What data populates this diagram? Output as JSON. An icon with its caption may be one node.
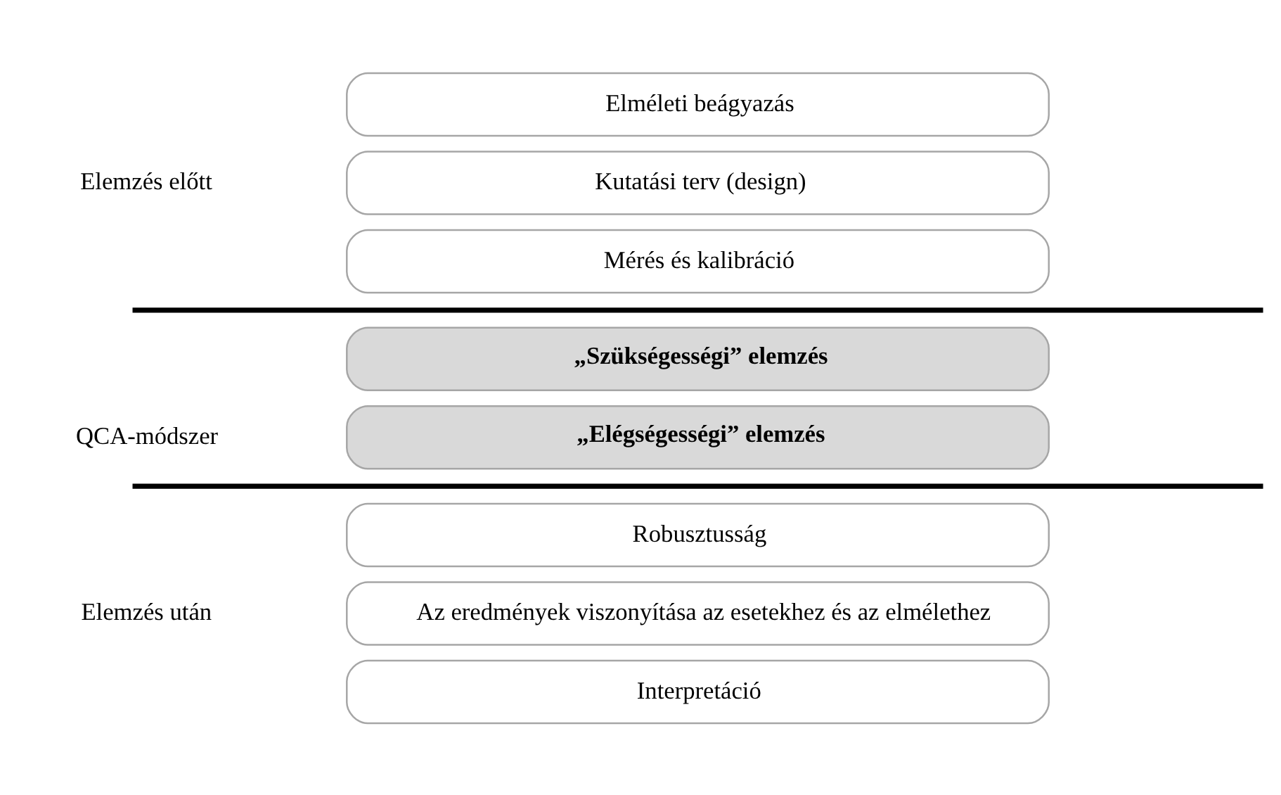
{
  "diagram": {
    "nodes": [
      {
        "text": [
          "Elméleti beágyazás"
        ]
      },
      {
        "text": [
          "Kutatási terv (design)"
        ]
      },
      {
        "text": [
          "Mérés és kalibráció"
        ]
      },
      {
        "text": [
          "„Szükségességi” elemzés"
        ]
      },
      {
        "text": [
          "„Elégségességi” elemzés"
        ]
      },
      {
        "text": [
          "Robusztusság"
        ]
      },
      {
        "text": [
          "Az eredmények viszonyítása az esetekhez és az elmélethez"
        ]
      },
      {
        "text": [
          "Interpretáció"
        ]
      }
    ],
    "labels": [
      "Elemzés előtt",
      "QCA-módszer",
      "Elemzés után"
    ]
  }
}
